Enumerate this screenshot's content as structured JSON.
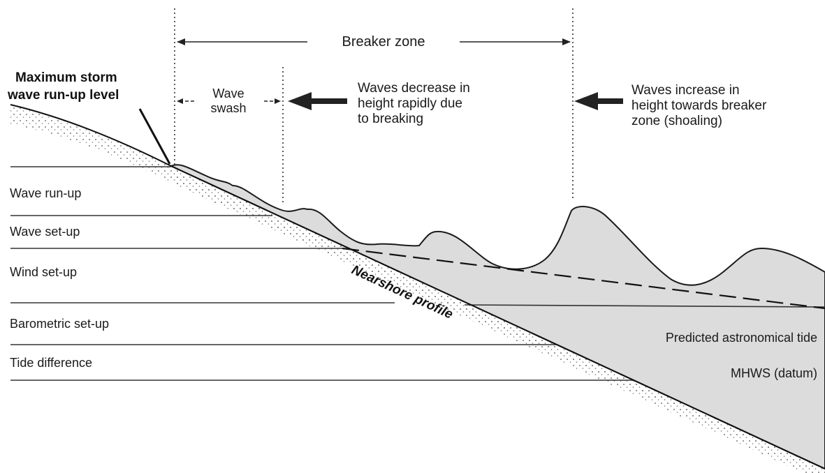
{
  "header": {
    "breaker_zone": "Breaker zone",
    "max_runup_line1": "Maximum storm",
    "max_runup_line2": "wave run-up level",
    "swash_line1": "Wave",
    "swash_line2": "swash",
    "decrease_line1": "Waves decrease in",
    "decrease_line2": "height rapidly due",
    "decrease_line3": "to breaking",
    "increase_line1": "Waves increase in",
    "increase_line2": "height towards breaker",
    "increase_line3": "zone (shoaling)"
  },
  "levels": {
    "wave_runup": "Wave run-up",
    "wave_setup": "Wave set-up",
    "wind_setup": "Wind set-up",
    "barometric_setup": "Barometric set-up",
    "tide_difference": "Tide difference"
  },
  "right_labels": {
    "predicted_tide": "Predicted astronomical tide",
    "mhws": "MHWS (datum)"
  },
  "profile_label": "Nearshore profile",
  "colors": {
    "water_fill": "#dcdcdc",
    "line": "#1a1a1a"
  }
}
